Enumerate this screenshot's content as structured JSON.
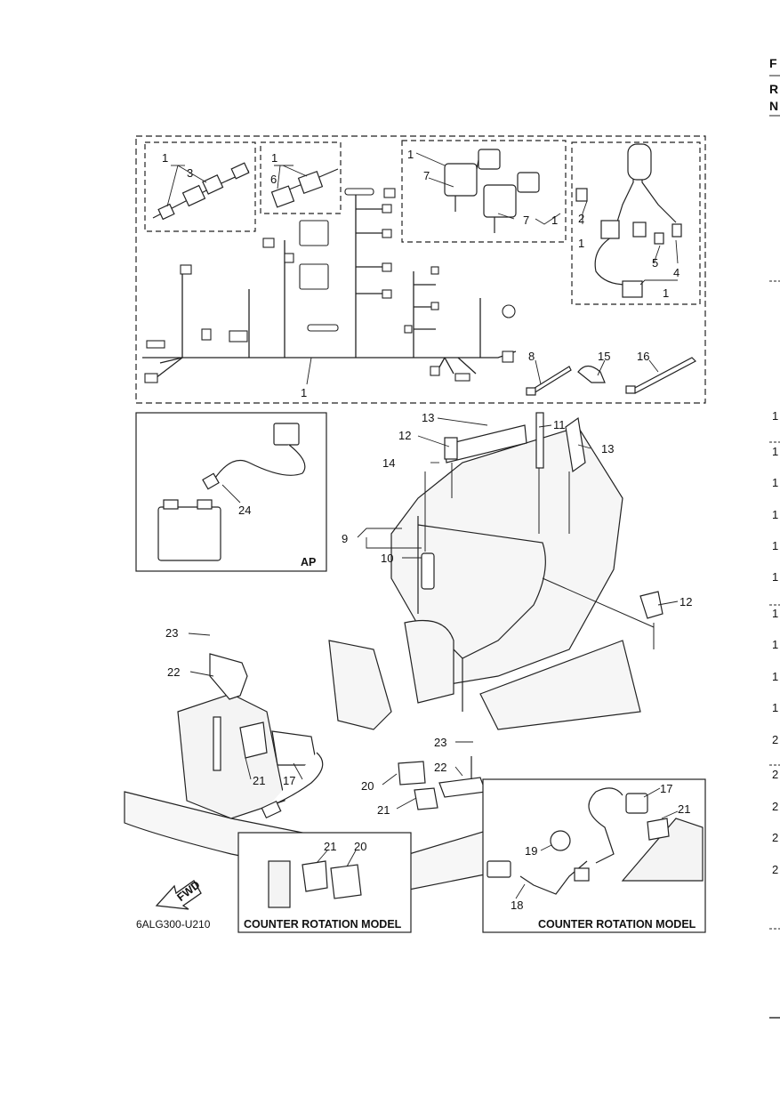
{
  "edge": {
    "letters": [
      "F",
      "R",
      "N"
    ],
    "digits": [
      "1",
      "1",
      "1",
      "1",
      "1",
      "1",
      "1",
      "1",
      "1",
      "1",
      "2",
      "2",
      "2",
      "2",
      "2"
    ]
  },
  "callouts": {
    "c1a": "1",
    "c3": "3",
    "c1b": "1",
    "c6": "6",
    "c1c": "1",
    "c7a": "7",
    "c7b": "7",
    "c1d": "1",
    "c2": "2",
    "c1e": "1",
    "c5": "5",
    "c4": "4",
    "c1f": "1",
    "c1g": "1",
    "c8": "8",
    "c15": "15",
    "c16": "16",
    "c24": "24",
    "c13a": "13",
    "c11": "11",
    "c13b": "13",
    "c12a": "12",
    "c14": "14",
    "c9": "9",
    "c10": "10",
    "c12b": "12",
    "c23a": "23",
    "c22a": "22",
    "c21a": "21",
    "c17a": "17",
    "c23b": "23",
    "c22b": "22",
    "c20a": "20",
    "c21b": "21",
    "c21c": "21",
    "c20b": "20",
    "c17b": "17",
    "c21d": "21",
    "c19": "19",
    "c18": "18"
  },
  "boxes": {
    "ap_label": "AP",
    "counter_left": "COUNTER ROTATION MODEL",
    "counter_right": "COUNTER ROTATION MODEL"
  },
  "fwd_label": "FWD",
  "figure_code": "6ALG300-U210"
}
